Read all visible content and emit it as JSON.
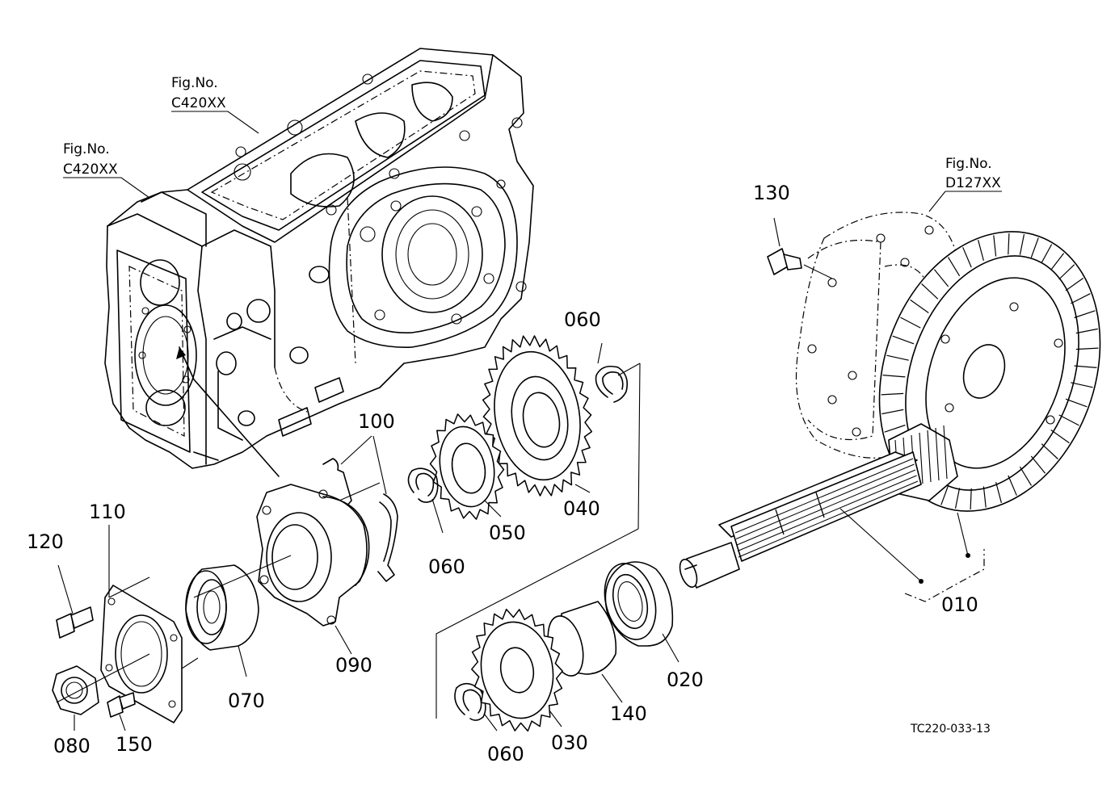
{
  "figure_refs": {
    "housing_top": {
      "line1": "Fig.No.",
      "line2": "C420XX"
    },
    "housing_left": {
      "line1": "Fig.No.",
      "line2": "C420XX"
    },
    "differential": {
      "line1": "Fig.No.",
      "line2": "D127XX"
    }
  },
  "parts": {
    "p010": "010",
    "p020": "020",
    "p030": "030",
    "p040": "040",
    "p050": "050",
    "p060a": "060",
    "p060b": "060",
    "p060c": "060",
    "p070": "070",
    "p080": "080",
    "p090": "090",
    "p100": "100",
    "p110": "110",
    "p120": "120",
    "p130": "130",
    "p140": "140",
    "p150": "150"
  },
  "drawing_code": "TC220-033-13"
}
